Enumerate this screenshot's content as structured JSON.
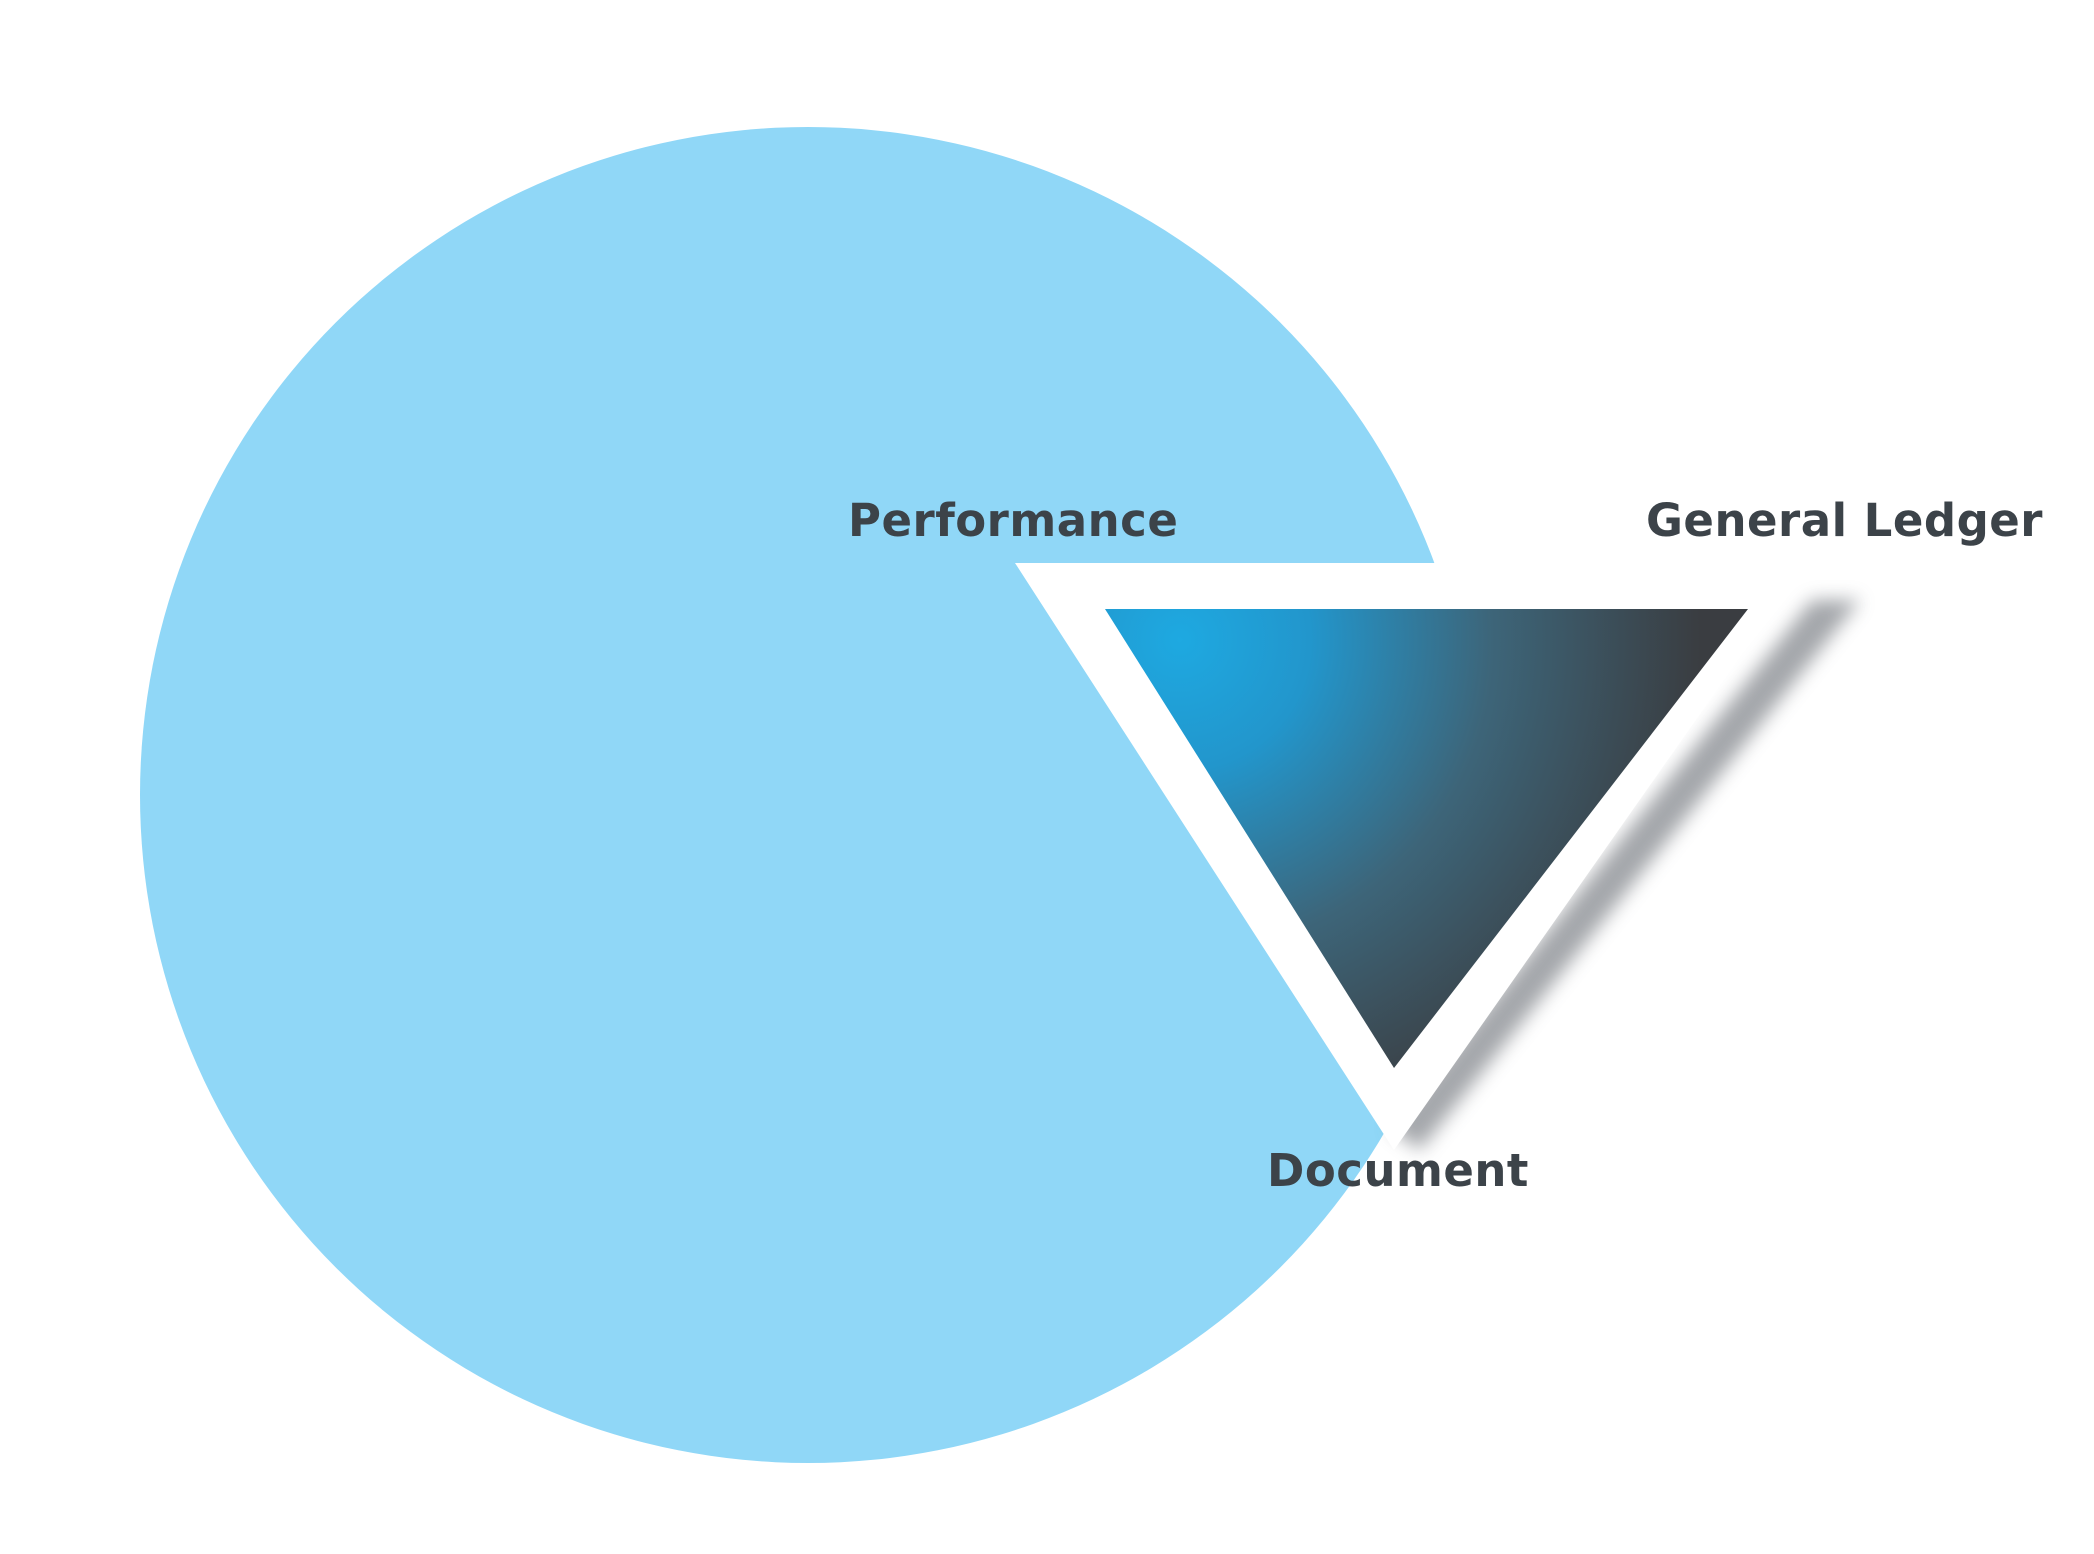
{
  "labels": {
    "performance": "Performance",
    "general_ledger": "General Ledger",
    "document": "Document"
  },
  "colors": {
    "circle": "#90d7f7",
    "label_text": "#3c4349",
    "triangle_gradient_start": "#1ea9e1",
    "triangle_gradient_end": "#3a3d41",
    "shadow": "#5a5f66",
    "background": "#ffffff"
  }
}
